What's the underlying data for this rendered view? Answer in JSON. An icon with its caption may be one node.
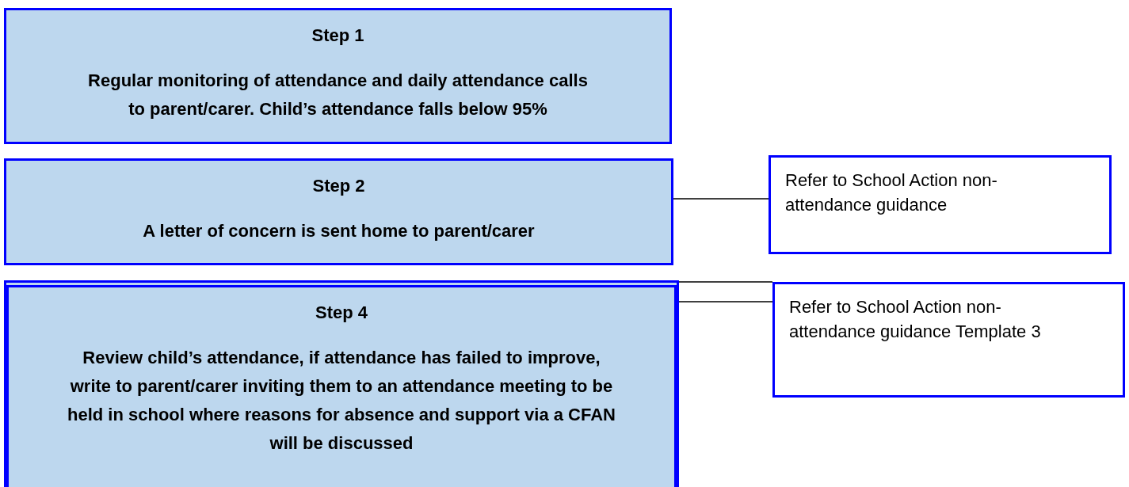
{
  "diagram": {
    "nodes": [
      {
        "text": [
          "Step 1",
          "Regular monitoring of attendance and daily attendance calls to parent/carer. Child’s attendance falls below 95%"
        ]
      },
      {
        "text": [
          "Step 2",
          "A letter of concern is sent home to parent/carer"
        ]
      },
      {
        "text": [
          "Refer to School Action non-attendance guidance"
        ]
      },
      {
        "text": [],
        "shape": "box"
      },
      {
        "in": 3,
        "text": [
          "Step 4",
          "Review child’s attendance, if attendance has failed to improve, write to parent/carer inviting them to an attendance meeting to be held in school where reasons for absence and support via a CFAN will be discussed"
        ]
      },
      {
        "text": [
          "Refer to School Action non-attendance guidance Template 3"
        ]
      }
    ],
    "edges": [
      {
        "from": 1,
        "to": 2,
        "arrow": "none"
      },
      {
        "from": 3,
        "to": 5,
        "arrow": "none"
      },
      {
        "from": 4,
        "to": 5,
        "arrow": "none"
      }
    ]
  }
}
